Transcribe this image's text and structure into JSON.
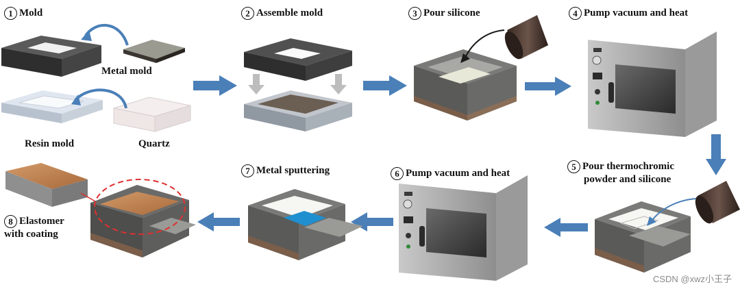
{
  "steps": [
    {
      "number": "1",
      "label": "Mold"
    },
    {
      "number": "2",
      "label": "Assemble mold"
    },
    {
      "number": "3",
      "label": "Pour silicone"
    },
    {
      "number": "4",
      "label": "Pump vacuum and heat"
    },
    {
      "number": "5",
      "label_line1": "Pour  thermochromic",
      "label_line2": "powder and silicone"
    },
    {
      "number": "6",
      "label": "Pump vacuum and heat"
    },
    {
      "number": "7",
      "label": "Metal sputtering"
    },
    {
      "number": "8",
      "label_line1": "Elastomer",
      "label_line2": "with coating"
    }
  ],
  "parts": {
    "metal_mold": "Metal mold",
    "resin_mold": "Resin mold",
    "quartz": "Quartz"
  },
  "watermark": "CSDN @xwz小王子",
  "colors": {
    "flow_arrow": "#4a7fb8",
    "mold_dark": "#3a3a3a",
    "steel": "#8f8f8f",
    "copper": "#c08050",
    "sputter_blue": "#1f8fd0",
    "highlight_ellipse": "#e03030"
  }
}
